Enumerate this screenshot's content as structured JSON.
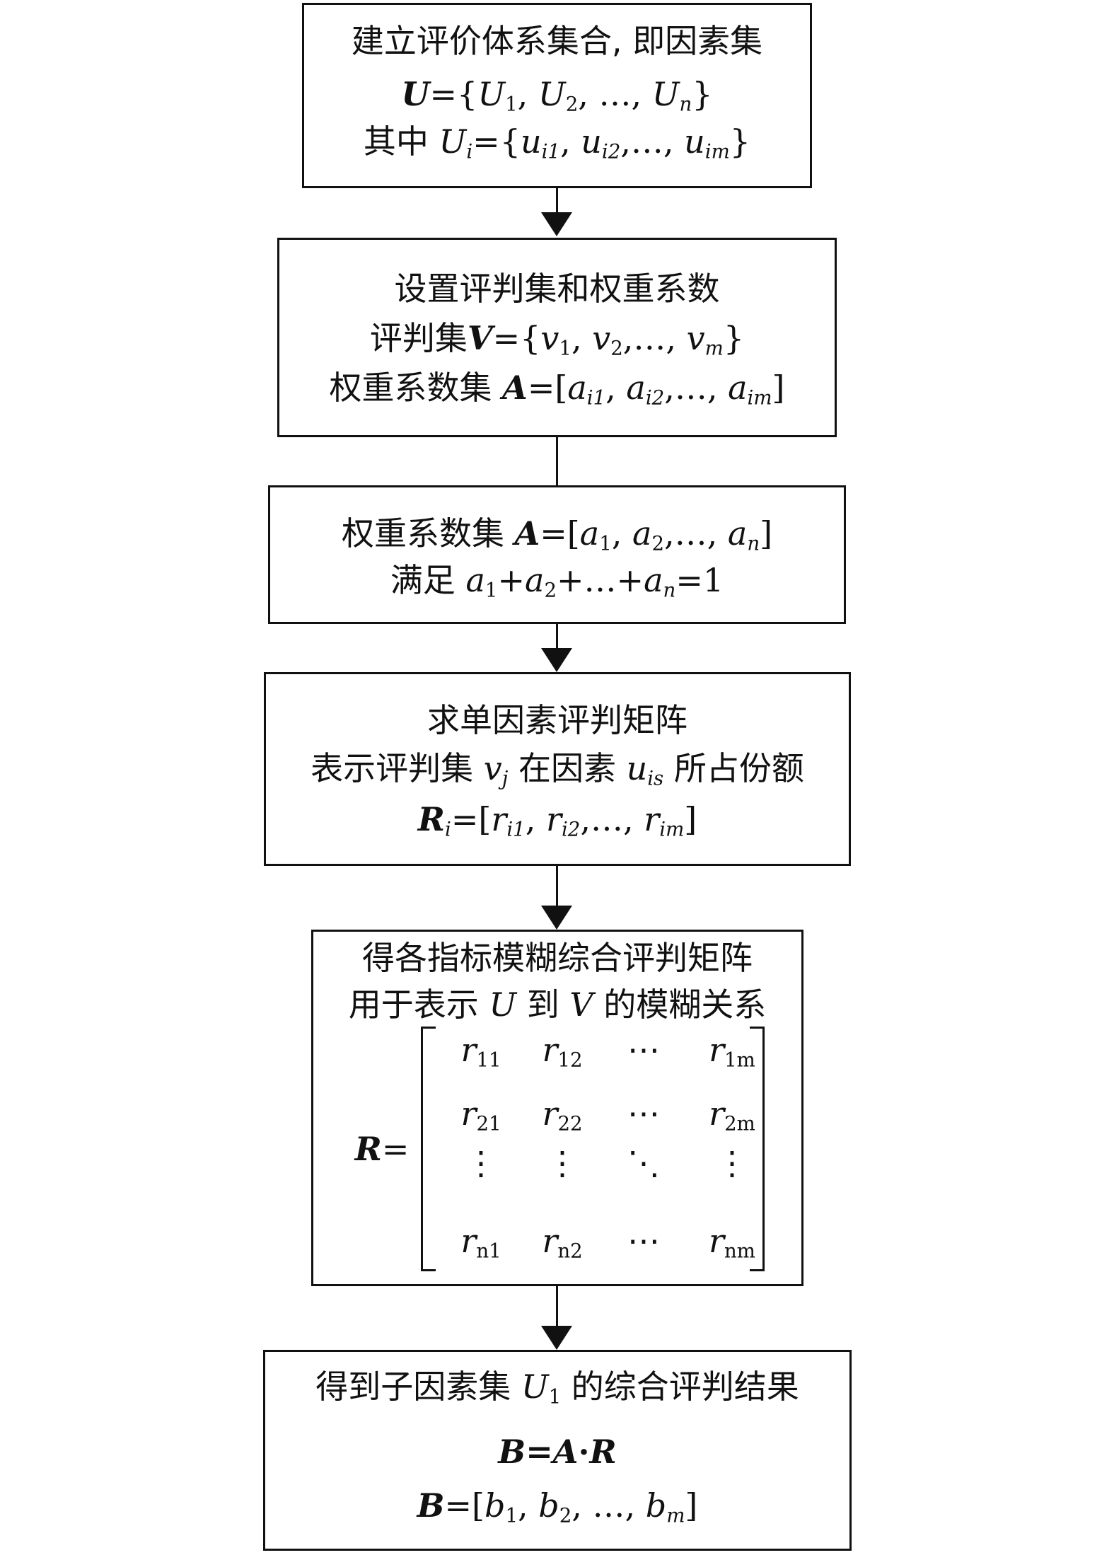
{
  "box1": {
    "title": "建立评价体系集合, 即因素集",
    "u_label": "U",
    "eq": "={",
    "u1": "U",
    "u1_sub": "1",
    "u2": "U",
    "u2_sub": "2",
    "sep": ", …, ",
    "un": "U",
    "un_sub": "n",
    "close": "}",
    "qizhong": "其中",
    "ui": "U",
    "ui_sub": "i",
    "ui_eq": "={",
    "ui1": "u",
    "ui1_sub": "i1",
    "ui2": "u",
    "ui2_sub": "i2",
    "ui_sep": ",…, ",
    "uim": "u",
    "uim_sub": "im",
    "ui_close": "}"
  },
  "box2": {
    "title": "设置评判集和权重系数",
    "pj_label": "评判集",
    "v_label": "V",
    "v_eq": "={",
    "v1": "v",
    "v1_sub": "1",
    "v2": "v",
    "v2_sub": "2",
    "v_sep": ",…, ",
    "vm": "v",
    "vm_sub": "m",
    "v_close": "}",
    "qz_label": "权重系数集",
    "a_label": "A",
    "a_eq": "=[",
    "a1": "a",
    "a1_sub": "i1",
    "a2": "a",
    "a2_sub": "i2",
    "a_sep": ",…, ",
    "am": "a",
    "am_sub": "im",
    "a_close": "]"
  },
  "box3": {
    "qz_label": "权重系数集",
    "a_label": "A",
    "a_eq": "=[",
    "a1": "a",
    "a1_sub": "1",
    "a2": "a",
    "a2_sub": "2",
    "a_sep": ",…, ",
    "an": "a",
    "an_sub": "n",
    "a_close": "]",
    "mz": "满足",
    "s1": "a",
    "s1_sub": "1",
    "plus1": "+",
    "s2": "a",
    "s2_sub": "2",
    "plus2": "+…+",
    "sn": "a",
    "sn_sub": "n",
    "eq1": "=1"
  },
  "box4": {
    "title": "求单因素评判矩阵",
    "l2a": "表示评判集",
    "vj": "v",
    "vj_sub": "j",
    "l2b": "在因素",
    "uis": "u",
    "uis_sub": "is",
    "l2c": "所占份额",
    "r_label": "R",
    "r_sub": "i",
    "r_eq": "=[",
    "r1": "r",
    "r1_sub": "i1",
    "r2": "r",
    "r2_sub": "i2",
    "r_sep": ",…, ",
    "rm": "r",
    "rm_sub": "im",
    "r_close": "]"
  },
  "box5": {
    "title": "得各指标模糊综合评判矩阵",
    "l2a": "用于表示",
    "u": "U",
    "l2b": "到",
    "v": "V",
    "l2c": "的模糊关系",
    "r_label": "R",
    "r_eq": "=",
    "matrix": [
      [
        {
          "t": "r",
          "s": "11"
        },
        {
          "t": "r",
          "s": "12"
        },
        {
          "t": "⋯",
          "s": ""
        },
        {
          "t": "r",
          "s": "1m"
        }
      ],
      [
        {
          "t": "r",
          "s": "21"
        },
        {
          "t": "r",
          "s": "22"
        },
        {
          "t": "⋯",
          "s": ""
        },
        {
          "t": "r",
          "s": "2m"
        }
      ],
      [
        {
          "t": "⋮",
          "s": ""
        },
        {
          "t": "⋮",
          "s": ""
        },
        {
          "t": "⋱",
          "s": ""
        },
        {
          "t": "⋮",
          "s": ""
        }
      ],
      [
        {
          "t": "r",
          "s": "n1"
        },
        {
          "t": "r",
          "s": "n2"
        },
        {
          "t": "⋯",
          "s": ""
        },
        {
          "t": "r",
          "s": "nm"
        }
      ]
    ]
  },
  "box6": {
    "title_a": "得到子因素集",
    "u1": "U",
    "u1_sub": "1",
    "title_b": "的综合评判结果",
    "eq_b": "B",
    "eq_mid": "=",
    "eq_a": "A",
    "dot": "·",
    "eq_r": "R",
    "b_label": "B",
    "b_eq": "=[",
    "b1": "b",
    "b1_sub": "1",
    "b2": "b",
    "b2_sub": "2",
    "b_sep": ", …, ",
    "bm": "b",
    "bm_sub": "m",
    "b_close": "]"
  }
}
